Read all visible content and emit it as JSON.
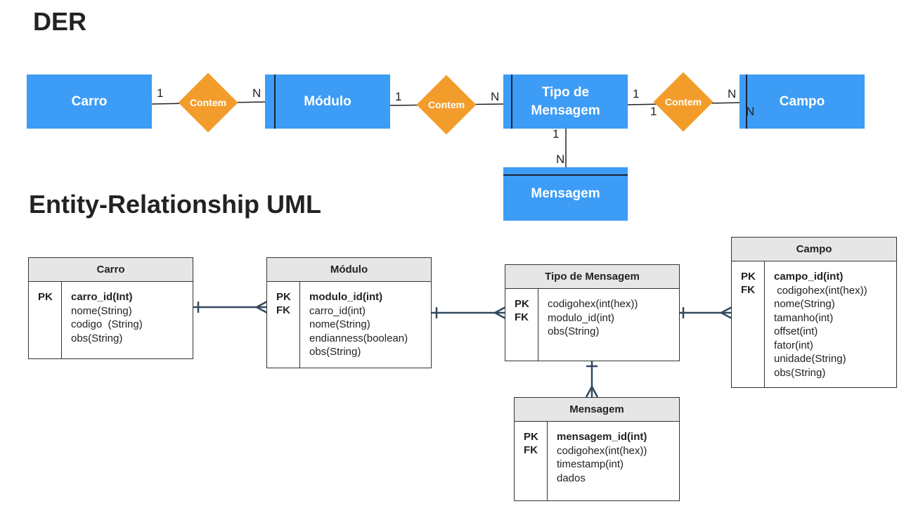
{
  "der": {
    "title": "DER",
    "entities": {
      "carro": "Carro",
      "modulo": "Módulo",
      "tipo_line1": "Tipo de",
      "tipo_line2": "Mensagem",
      "campo": "Campo",
      "mensagem": "Mensagem"
    },
    "relationships": {
      "carro_modulo": "Contem",
      "modulo_tipo": "Contem",
      "tipo_campo": "Contem"
    },
    "cardinalities": {
      "carro_side": "1",
      "modulo_side_left": "N",
      "modulo_side_right": "1",
      "tipo_side_left": "N",
      "tipo_side_right_a": "1",
      "tipo_side_right_b": "1",
      "campo_side_a": "N",
      "campo_side_b": "N",
      "tipo_side_bottom": "1",
      "mensagem_side": "N"
    }
  },
  "uml": {
    "title": "Entity-Relationship UML",
    "tables": {
      "carro": {
        "name": "Carro",
        "keys": [
          "PK"
        ],
        "fields": [
          "carro_id(Int)",
          "nome(String)",
          "codigo  (String)",
          "obs(String)"
        ]
      },
      "modulo": {
        "name": "Módulo",
        "keys": [
          "PK",
          "FK"
        ],
        "fields": [
          "modulo_id(int)",
          "carro_id(int)",
          "nome(String)",
          "endianness(boolean)",
          "obs(String)"
        ]
      },
      "tipo": {
        "name": "Tipo de Mensagem",
        "keys": [
          "PK",
          "FK"
        ],
        "fields": [
          "codigohex(int(hex))",
          "modulo_id(int)",
          "obs(String)"
        ]
      },
      "campo": {
        "name": "Campo",
        "keys": [
          "PK",
          "FK"
        ],
        "fields": [
          "campo_id(int)",
          " codigohex(int(hex))",
          "nome(String)",
          "tamanho(int)",
          "offset(int)",
          "fator(int)",
          "unidade(String)",
          "obs(String)"
        ]
      },
      "mensagem": {
        "name": "Mensagem",
        "keys": [
          "PK",
          "FK"
        ],
        "fields": [
          "mensagem_id(int)",
          "codigohex(int(hex))",
          "timestamp(int)",
          "dados"
        ]
      }
    }
  },
  "colors": {
    "entity": "#3d9cf5",
    "relationship": "#f29d2b",
    "connector": "#34495e",
    "table_header": "#e6e6e6"
  }
}
